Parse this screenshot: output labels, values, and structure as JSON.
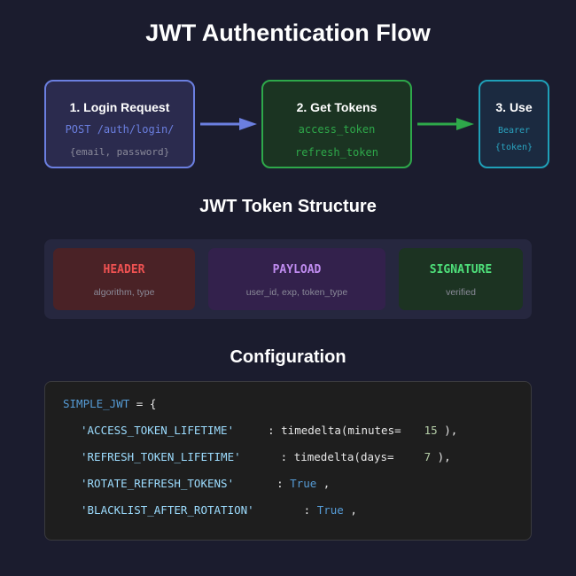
{
  "title": "JWT Authentication Flow",
  "flow": {
    "steps": [
      {
        "title": "1. Login Request",
        "line1": "POST /auth/login/",
        "line2": "{email, password}"
      },
      {
        "title": "2. Get Tokens",
        "line1": "access_token",
        "line2": "refresh_token"
      },
      {
        "title": "3. Use",
        "line1": "Bearer",
        "line2": "{token}"
      }
    ],
    "colors": {
      "step1": "#6b7fe0",
      "step2": "#2ea84a",
      "step3": "#1fa0b8"
    }
  },
  "structure": {
    "heading": "JWT Token Structure",
    "parts": [
      {
        "name": "HEADER",
        "desc": "algorithm, type",
        "color": "#f05252"
      },
      {
        "name": "PAYLOAD",
        "desc": "user_id, exp, token_type",
        "color": "#c08cf0"
      },
      {
        "name": "SIGNATURE",
        "desc": "verified",
        "color": "#4ee07a"
      }
    ]
  },
  "config": {
    "heading": "Configuration",
    "var_name": "SIMPLE_JWT",
    "assign": " = {",
    "entries": [
      {
        "key": "'ACCESS_TOKEN_LIFETIME'",
        "sep": ": ",
        "func": "timedelta(minutes=",
        "value": "15",
        "close": " ),"
      },
      {
        "key": "'REFRESH_TOKEN_LIFETIME'",
        "sep": ": ",
        "func": "timedelta(days=",
        "value": "7",
        "close": " ),"
      },
      {
        "key": "'ROTATE_REFRESH_TOKENS'",
        "sep": ": ",
        "value": "True",
        "close": " ,"
      },
      {
        "key": "'BLACKLIST_AFTER_ROTATION'",
        "sep": ": ",
        "value": "True",
        "close": " ,"
      }
    ]
  }
}
